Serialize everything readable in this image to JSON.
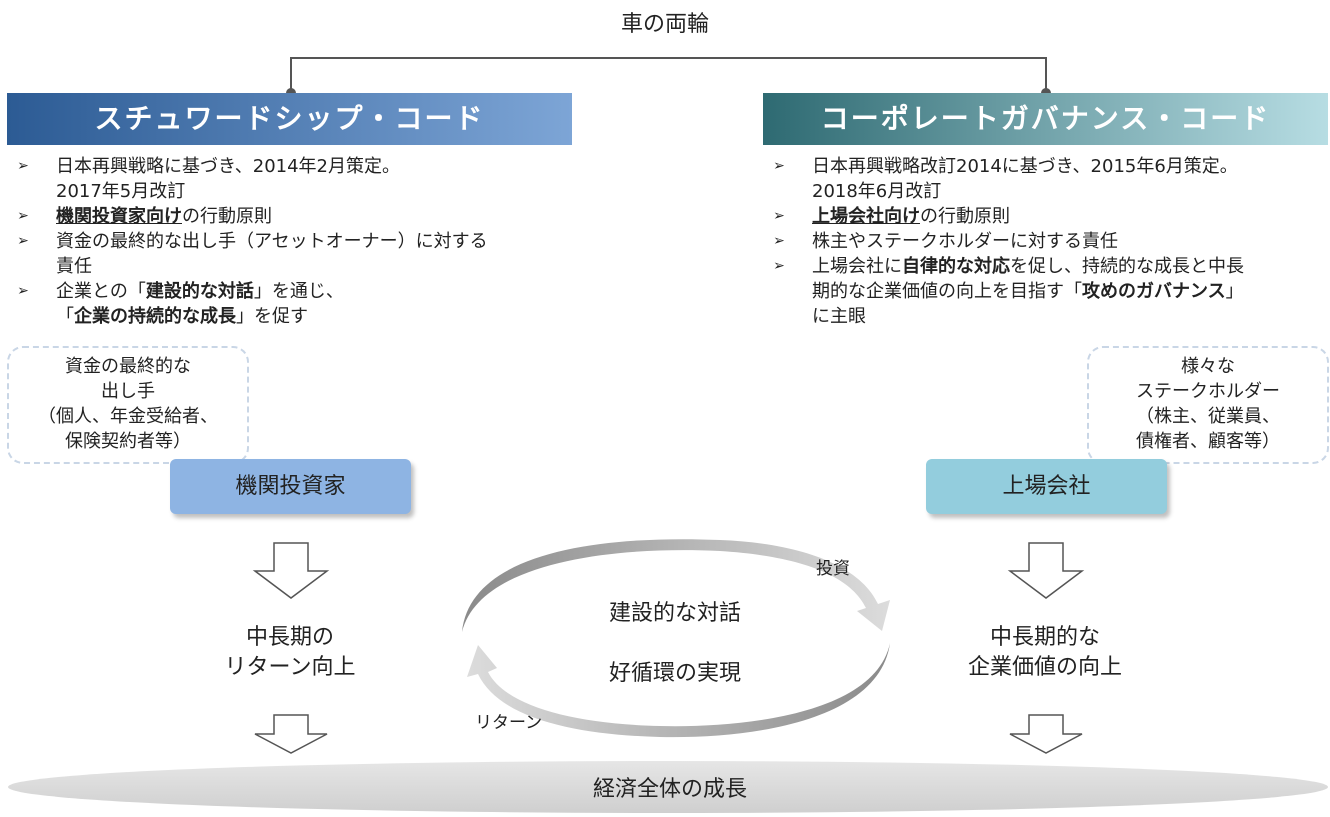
{
  "top_title": "車の両輪",
  "left": {
    "banner": "スチュワードシップ・コード",
    "items": [
      {
        "line1": "日本再興戦略に基づき、2014年2月策定。",
        "line2": "2017年5月改訂"
      },
      {
        "bold": "機関投資家向け",
        "rest": "の行動原則"
      },
      {
        "line1": "資金の最終的な出し手（アセットオーナー）に対する",
        "line2": "責任"
      },
      {
        "p1": "企業との「",
        "b1": "建設的な対話",
        "p2": "」を通じ、",
        "p3": "「",
        "b2": "企業の持続的な成長",
        "p4": "」を促す"
      }
    ],
    "dashed_box": [
      "資金の最終的な",
      "出し手",
      "（個人、年金受給者、",
      "保険契約者等）"
    ],
    "actor": "機関投資家",
    "result": [
      "中長期の",
      "リターン向上"
    ]
  },
  "right": {
    "banner": "コーポレートガバナンス・コード",
    "items": [
      {
        "line1": "日本再興戦略改訂2014に基づき、2015年6月策定。",
        "line2": "2018年6月改訂"
      },
      {
        "bold": "上場会社向け",
        "rest": "の行動原則"
      },
      {
        "text": "株主やステークホルダーに対する責任"
      },
      {
        "p1": "上場会社に",
        "b1": "自律的な対応",
        "p2": "を促し、持続的な成長と中長",
        "p3": "期的な企業価値の向上を目指す「",
        "b2": "攻めのガバナンス",
        "p4": "」",
        "p5": "に主眼"
      }
    ],
    "dashed_box": [
      "様々な",
      "ステークホルダー",
      "（株主、従業員、",
      "債権者、顧客等）"
    ],
    "actor": "上場会社",
    "result": [
      "中長期的な",
      "企業価値の向上"
    ]
  },
  "cycle": {
    "line1": "建設的な対話",
    "line2": "好循環の実現",
    "invest_label": "投資",
    "return_label": "リターン"
  },
  "bottom": "経済全体の成長",
  "colors": {
    "left_banner": "#2c5b94",
    "right_banner": "#2e6a72",
    "left_actor": "#8eb4e3",
    "right_actor": "#93cddd",
    "ground": "#d9d9d9"
  },
  "icons": {
    "bullet": "➢"
  }
}
